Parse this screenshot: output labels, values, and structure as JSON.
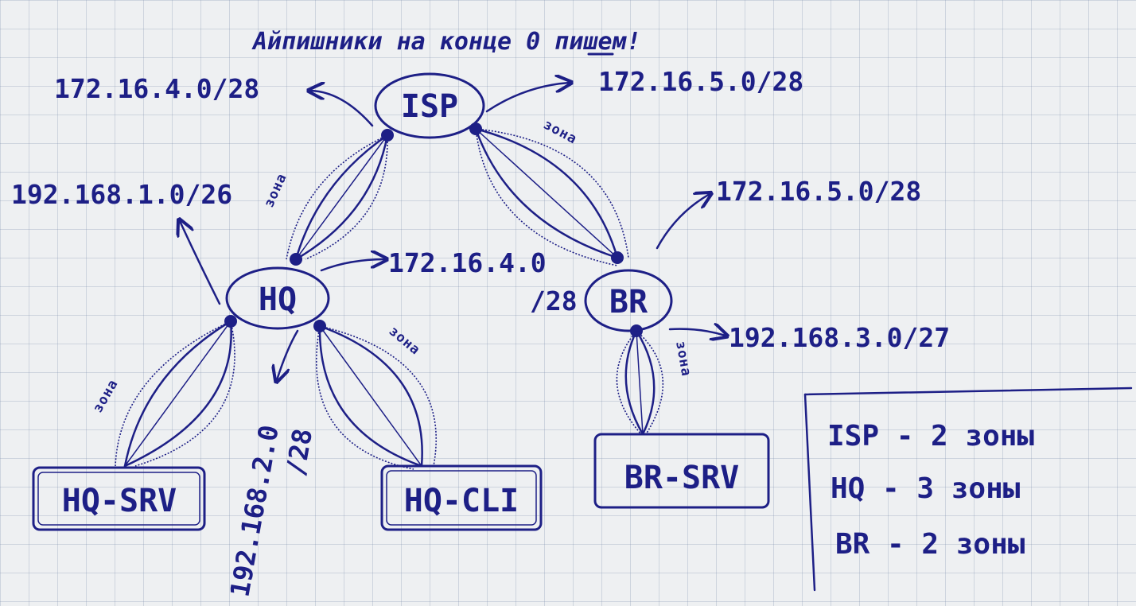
{
  "heading": "Айпишники на конце 0 пишем!",
  "nodes": {
    "isp": "ISP",
    "hq": "HQ",
    "br": "BR",
    "hq_srv": "HQ-SRV",
    "hq_cli": "HQ-CLI",
    "br_srv": "BR-SRV"
  },
  "networks": {
    "isp_left": "172.16.4.0/28",
    "isp_right": "172.16.5.0/28",
    "br_up": "172.16.5.0/28",
    "hq_up": "192.168.1.0/26",
    "hq_mid_a": "172.16.4.0",
    "hq_mid_b": "/28",
    "hq_cli_net_a": "192.168.2.0",
    "hq_cli_net_b": "/28",
    "br_srv_net": "192.168.3.0/27"
  },
  "zone_label": "зона",
  "zone_labels": {
    "isp_hq": "зона",
    "isp_br": "зона",
    "hq_srv": "зона",
    "hq_cli": "зона",
    "br_srv": "зона"
  },
  "legend": [
    "ISP - 2 зоны",
    "HQ - 3 зоны",
    "BR - 2 зоны"
  ]
}
